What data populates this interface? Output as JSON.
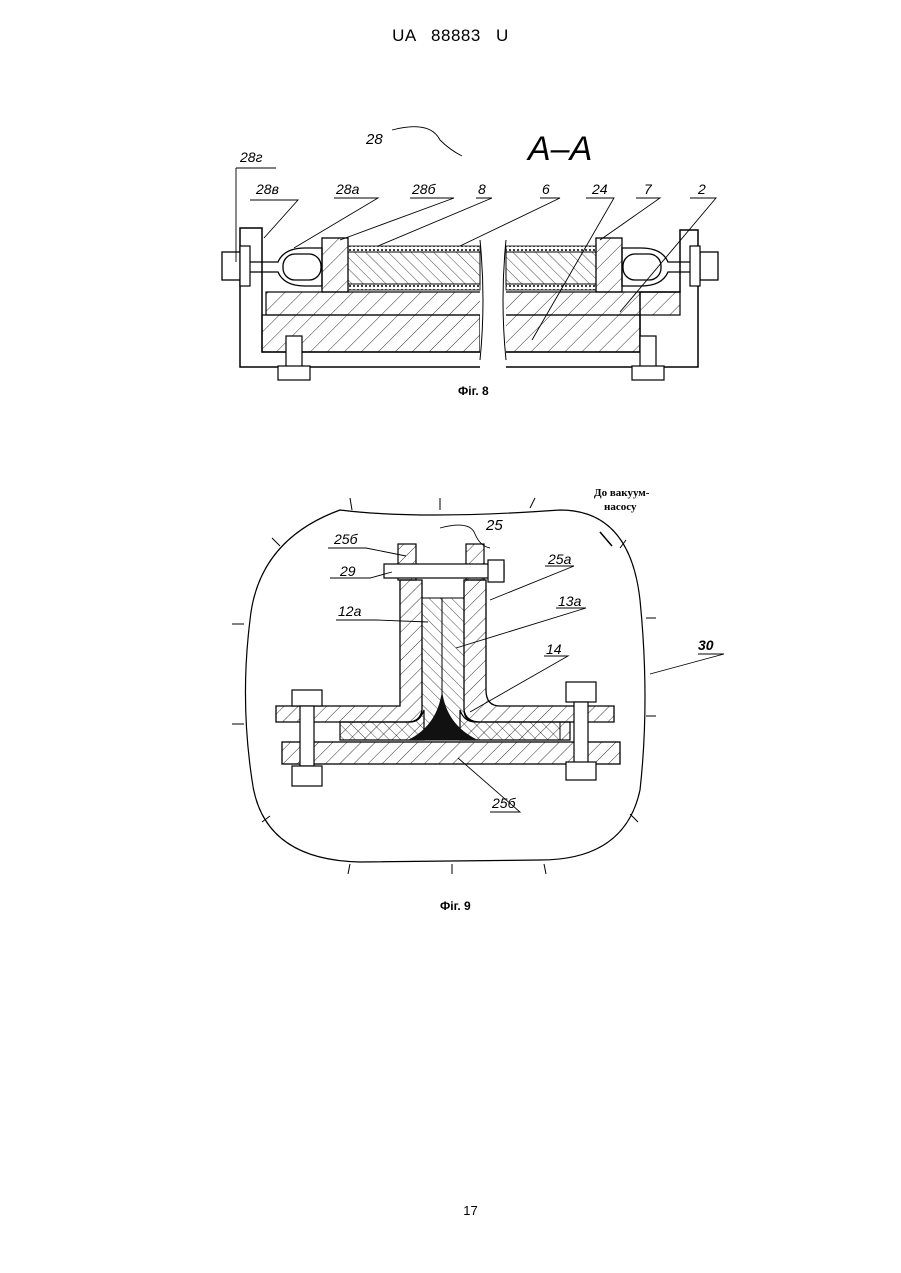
{
  "header": {
    "patent": "UA 88883 U"
  },
  "page_number": "17",
  "fig8": {
    "caption": "Фіг. 8",
    "section": "А–А",
    "labels": {
      "l28": "28",
      "l28g": "28г",
      "l28v": "28в",
      "l28a": "28а",
      "l28b": "28б",
      "l8": "8",
      "l6": "6",
      "l24": "24",
      "l7": "7",
      "l2": "2"
    }
  },
  "fig9": {
    "caption": "Фіг. 9",
    "vacuum_line1": "До вакуум-",
    "vacuum_line2": "насосу",
    "labels": {
      "l25": "25",
      "l25b_top": "25б",
      "l29": "29",
      "l25a": "25а",
      "l12a": "12а",
      "l13a": "13а",
      "l14": "14",
      "l30": "30",
      "l25b_bot": "25б"
    }
  }
}
